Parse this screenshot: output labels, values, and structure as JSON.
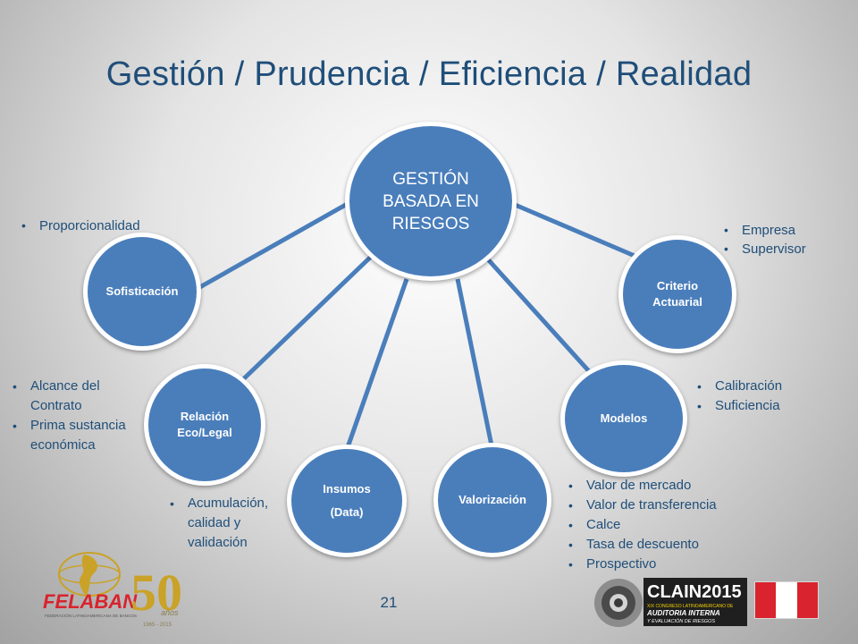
{
  "title": "Gestión / Prudencia / Eficiencia / Realidad",
  "center": {
    "lines": [
      "GESTIÓN",
      "BASADA EN",
      "RIESGOS"
    ]
  },
  "nodes": {
    "sofisticacion": {
      "lines": [
        "Sofisticación"
      ]
    },
    "relacion": {
      "lines": [
        "Relación",
        "Eco/Legal"
      ]
    },
    "insumos": {
      "lines": [
        "Insumos",
        "(Data)"
      ]
    },
    "valorizacion": {
      "lines": [
        "Valorización"
      ]
    },
    "modelos": {
      "lines": [
        "Modelos"
      ]
    },
    "criterio": {
      "lines": [
        "Criterio",
        "Actuarial"
      ]
    }
  },
  "bullets": {
    "sofisticacion": [
      "Proporcionalidad"
    ],
    "criterio": [
      "Empresa",
      "Supervisor"
    ],
    "relacion": [
      "Alcance del Contrato",
      "Prima sustancia económica"
    ],
    "modelos": [
      "Calibración",
      "Suficiencia"
    ],
    "insumos": [
      "Acumulación, calidad y validación"
    ],
    "valorizacion": [
      "Valor de mercado",
      "Valor de transferencia",
      "Calce",
      "Tasa de descuento",
      "Prospectivo"
    ]
  },
  "page_number": "21",
  "logos": {
    "felaban_text": "FELABAN",
    "felaban_subtext": "FEDERACIÓN LATINOAMERICANA DE BANCOS",
    "fifty": "50",
    "anos": "años",
    "years": "1965 - 2015",
    "clain_text": "CLAIN2015",
    "clain_line1": "XIX CONGRESO LATINOAMERICANO DE",
    "clain_line2": "AUDITORIA INTERNA",
    "clain_line3": "Y EVALUACIÓN DE RIESGOS"
  },
  "colors": {
    "title": "#1f4e79",
    "circle_fill": "#4a7ebb",
    "connector": "#4a7ebb",
    "flag_red": "#d9232e",
    "flag_white": "#ffffff"
  }
}
